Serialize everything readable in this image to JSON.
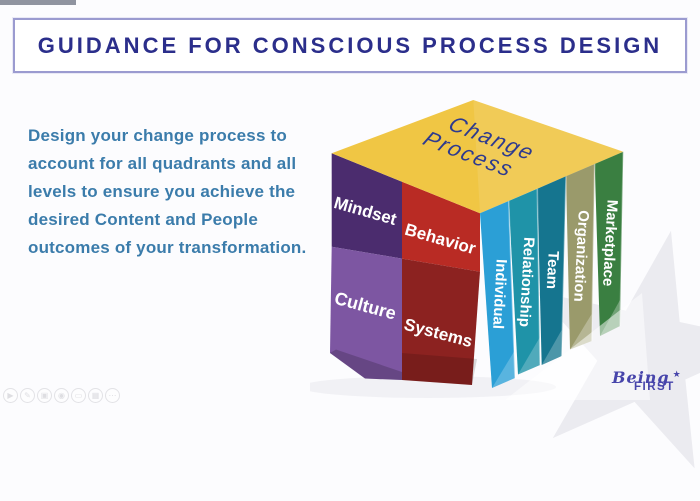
{
  "slide": {
    "title": "GUIDANCE FOR CONSCIOUS PROCESS DESIGN",
    "title_color": "#2b2e8b",
    "title_border_color": "#9b9bd0",
    "body_text": "Design your change process to account for all quadrants and all levels to ensure you achieve the desired Content and People outcomes of your transformation.",
    "body_color": "#3b7cab",
    "background": "#fcfcfe"
  },
  "cube": {
    "top_face": {
      "line1": "Change",
      "line2": "Process",
      "color": "#f0c644",
      "text_color": "#2d3a8f"
    },
    "quadrants": [
      {
        "label": "Mindset",
        "color": "#4b2c6e"
      },
      {
        "label": "Behavior",
        "color": "#b92b24"
      },
      {
        "label": "Culture",
        "color": "#7d56a2"
      },
      {
        "label": "Systems",
        "color": "#8c2220"
      }
    ],
    "levels": [
      {
        "label": "Individual",
        "color": "#2b9fd6"
      },
      {
        "label": "Relationship",
        "color": "#1f93a8"
      },
      {
        "label": "Team",
        "color": "#15758f"
      },
      {
        "label": "Organization",
        "color": "#9a9a6b"
      },
      {
        "label": "Marketplace",
        "color": "#3a7f41"
      }
    ],
    "label_color": "#ffffff"
  },
  "logo": {
    "script_word": "Being",
    "star": "★",
    "caps_word": "FIRST",
    "color": "#4745ab"
  },
  "toolbar": {
    "icons": [
      {
        "name": "play",
        "glyph": "▶"
      },
      {
        "name": "pen",
        "glyph": "✎"
      },
      {
        "name": "image",
        "glyph": "▣"
      },
      {
        "name": "record",
        "glyph": "◉"
      },
      {
        "name": "comment",
        "glyph": "▭"
      },
      {
        "name": "video",
        "glyph": "▦"
      },
      {
        "name": "more",
        "glyph": "⋯"
      }
    ]
  }
}
